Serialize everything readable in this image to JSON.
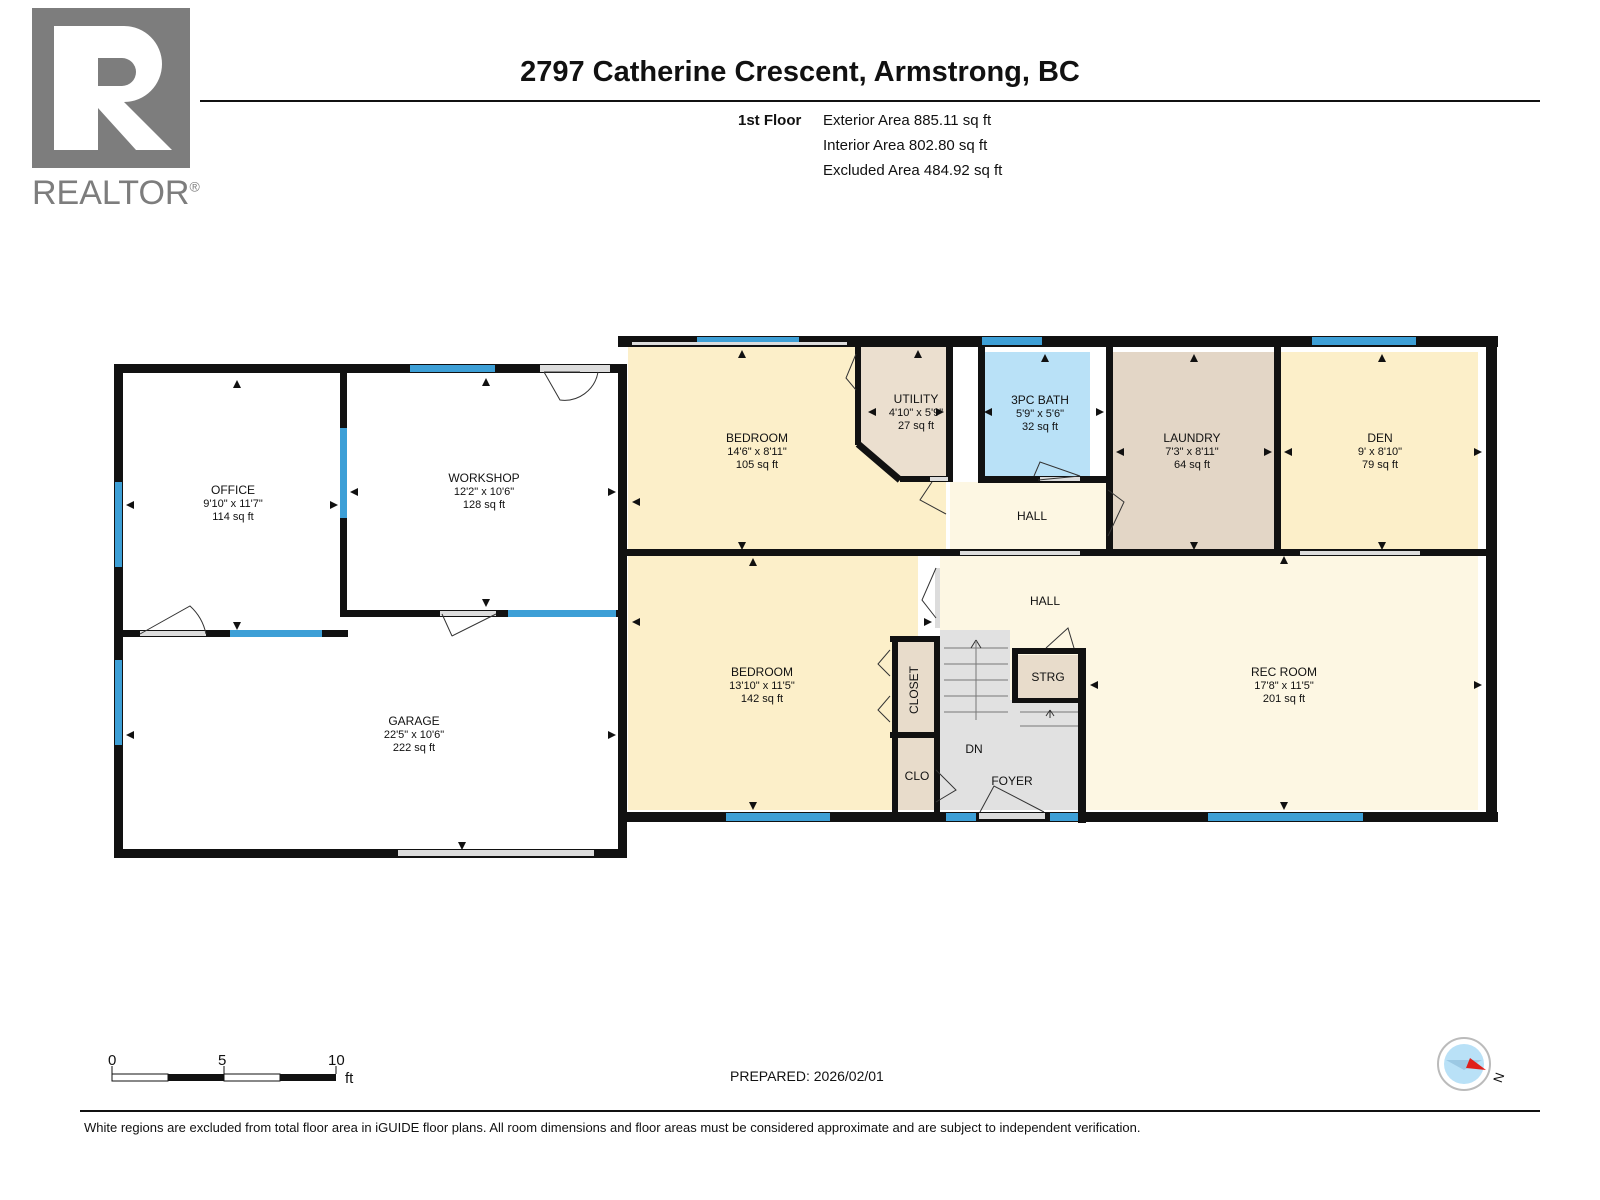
{
  "logo": {
    "text": "REALTOR",
    "mark": "®",
    "color": "#7d7d7d"
  },
  "title": "2797 Catherine Crescent, Armstrong, BC",
  "floor": {
    "label": "1st Floor",
    "areas": [
      "Exterior Area 885.11 sq ft",
      "Interior Area 802.80 sq ft",
      "Excluded Area 484.92 sq ft"
    ]
  },
  "rooms": {
    "office": {
      "name": "OFFICE",
      "dims": "9'10\" x 11'7\"",
      "area": "114 sq ft"
    },
    "workshop": {
      "name": "WORKSHOP",
      "dims": "12'2\" x 10'6\"",
      "area": "128 sq ft"
    },
    "garage": {
      "name": "GARAGE",
      "dims": "22'5\" x 10'6\"",
      "area": "222 sq ft"
    },
    "bedroom1": {
      "name": "BEDROOM",
      "dims": "14'6\" x 8'11\"",
      "area": "105 sq ft"
    },
    "bedroom2": {
      "name": "BEDROOM",
      "dims": "13'10\" x 11'5\"",
      "area": "142 sq ft"
    },
    "utility": {
      "name": "UTILITY",
      "dims": "4'10\" x 5'9\"",
      "area": "27 sq ft"
    },
    "bath": {
      "name": "3PC BATH",
      "dims": "5'9\" x 5'6\"",
      "area": "32 sq ft"
    },
    "laundry": {
      "name": "LAUNDRY",
      "dims": "7'3\" x 8'11\"",
      "area": "64 sq ft"
    },
    "den": {
      "name": "DEN",
      "dims": "9' x 8'10\"",
      "area": "79 sq ft"
    },
    "recroom": {
      "name": "REC ROOM",
      "dims": "17'8\" x 11'5\"",
      "area": "201 sq ft"
    },
    "hall1": {
      "name": "HALL"
    },
    "hall2": {
      "name": "HALL"
    },
    "closet": {
      "name": "CLOSET"
    },
    "clo": {
      "name": "CLO"
    },
    "strg": {
      "name": "STRG"
    },
    "foyer": {
      "name": "FOYER"
    },
    "dn": {
      "name": "DN"
    }
  },
  "colors": {
    "wall": "#111111",
    "window": "#3d9fd6",
    "bedroom": "#fcefc9",
    "utility": "#ebdfcf",
    "laundry": "#e3d6c6",
    "bath": "#b9e1f7",
    "hall": "#fdf7e3",
    "foyer": "#e1e1e1",
    "closet": "#e8dccb"
  },
  "scale": {
    "labels": [
      "0",
      "5",
      "10"
    ],
    "unit": "ft"
  },
  "compass": {
    "label": "N"
  },
  "prepared": "PREPARED: 2026/02/01",
  "disclaimer": "White regions are excluded from total floor area in iGUIDE floor plans. All room dimensions and floor areas must be considered approximate and are subject to independent verification."
}
